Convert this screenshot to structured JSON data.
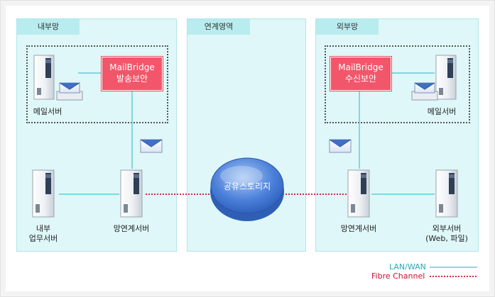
{
  "zones": {
    "internal": "내부망",
    "link": "연계영역",
    "external": "외부망"
  },
  "mailbridge_send": {
    "title": "MailBridge",
    "subtitle": "발송보안"
  },
  "mailbridge_recv": {
    "title": "MailBridge",
    "subtitle": "수신보안"
  },
  "labels": {
    "mail_server_internal": "메일서버",
    "mail_server_external": "메일서버",
    "internal_business_server": "내부\n업무서버",
    "link_server_internal": "망연계서버",
    "link_server_external": "망연계서버",
    "external_server": "외부서버\n(Web, 파일)",
    "shared_storage": "공유스토리지"
  },
  "legend": {
    "lan_wan": "LAN/WAN",
    "fibre_channel": "Fibre Channel"
  },
  "colors": {
    "lan_line": "#5fcfd4",
    "fibre_line": "#c8102e",
    "mailbridge": "#f2566a",
    "zone_bg": "#dff7f8",
    "zone_tab": "#b9ecef"
  }
}
